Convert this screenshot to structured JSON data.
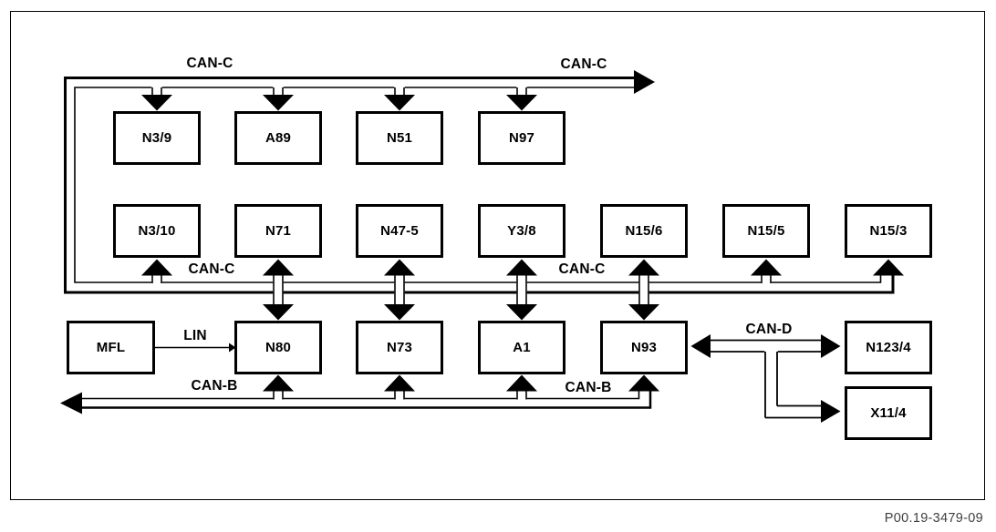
{
  "meta": {
    "part_number": "P00.19-3479-09"
  },
  "buses": {
    "can_c": {
      "name": "CAN-C",
      "labels": [
        "CAN-C",
        "CAN-C",
        "CAN-C",
        "CAN-C"
      ]
    },
    "can_b": {
      "name": "CAN-B",
      "labels": [
        "CAN-B",
        "CAN-B"
      ]
    },
    "can_d": {
      "name": "CAN-D",
      "labels": [
        "CAN-D"
      ]
    },
    "lin": {
      "name": "LIN",
      "labels": [
        "LIN"
      ]
    }
  },
  "colors": {
    "line": "#000000",
    "background": "#ffffff",
    "part_number_text": "#3f3f3f"
  },
  "nodes": {
    "n3_9": {
      "label": "N3/9"
    },
    "a89": {
      "label": "A89"
    },
    "n51": {
      "label": "N51"
    },
    "n97": {
      "label": "N97"
    },
    "n3_10": {
      "label": "N3/10"
    },
    "n71": {
      "label": "N71"
    },
    "n47_5": {
      "label": "N47-5"
    },
    "y3_8": {
      "label": "Y3/8"
    },
    "n15_6": {
      "label": "N15/6"
    },
    "n15_5": {
      "label": "N15/5"
    },
    "n15_3": {
      "label": "N15/3"
    },
    "mfl": {
      "label": "MFL"
    },
    "n80": {
      "label": "N80"
    },
    "n73": {
      "label": "N73"
    },
    "a1": {
      "label": "A1"
    },
    "n93": {
      "label": "N93"
    },
    "n123_4": {
      "label": "N123/4"
    },
    "x11_4": {
      "label": "X11/4"
    }
  }
}
